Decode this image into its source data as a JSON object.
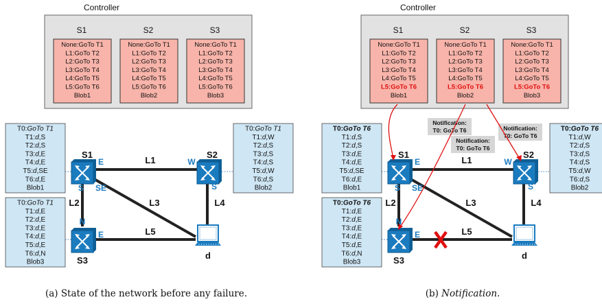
{
  "colors": {
    "controller_bg": "#e2e2e2",
    "switch_entry_bg": "#f8b4aa",
    "host_table_bg": "#cfe6f4",
    "switch_blue": "#1b7bbf",
    "notification_bg": "#d6d6d6",
    "highlight_red": "#e01010",
    "link_color": "#222222"
  },
  "panels": [
    {
      "id": "a",
      "controller_title": "Controller",
      "switches": [
        {
          "name": "S1",
          "entries": [
            "None:GoTo T1",
            "L1:GoTo T2",
            "L2:GoTo T3",
            "L3:GoTo T4",
            "L4:GoTo T5",
            "L5:GoTo T6",
            "Blob1"
          ],
          "highlight": []
        },
        {
          "name": "S2",
          "entries": [
            "None:GoTo T1",
            "L1:GoTo T2",
            "L2:GoTo T3",
            "L3:GoTo T4",
            "L4:GoTo T5",
            "L5:GoTo T6",
            "Blob2"
          ],
          "highlight": []
        },
        {
          "name": "S3",
          "entries": [
            "None:GoTo T1",
            "L1:GoTo T2",
            "L2:GoTo T3",
            "L3:GoTo T4",
            "L4:GoTo T5",
            "L5:GoTo T6",
            "Blob3"
          ],
          "highlight": []
        }
      ],
      "nodes": {
        "S1": "S1",
        "S2": "S2",
        "S3": "S3",
        "d": "d"
      },
      "links": {
        "L1": "L1",
        "L2": "L2",
        "L3": "L3",
        "L4": "L4",
        "L5": "L5"
      },
      "ports": {
        "s1_e": "E",
        "s1_s": "S",
        "s1_se": "SE",
        "s2_w": "W",
        "s2_s": "S",
        "s3_n": "N",
        "s3_e": "E"
      },
      "tables": {
        "s1": {
          "rows": [
            "T0:GoTo T1",
            "T1:d,S",
            "T2:d,S",
            "T3:d,E",
            "T4:d,E",
            "T5:d,SE",
            "T6:d,E",
            "Blob1"
          ],
          "highlight_first": false
        },
        "s2": {
          "rows": [
            "T0:GoTo T1",
            "T1:d,W",
            "T2:d,S",
            "T3:d,S",
            "T4:d,S",
            "T5:d,W",
            "T6:d,S",
            "Blob2"
          ],
          "highlight_first": false
        },
        "s3": {
          "rows": [
            "T0:GoTo T1",
            "T1:d,E",
            "T2:d,E",
            "T3:d,E",
            "T4:d,E",
            "T5:d,E",
            "T6:d,N",
            "Blob3"
          ],
          "highlight_first": false
        }
      },
      "notifications": [],
      "failed_link": "",
      "caption_prefix": "(a) ",
      "caption_text": "State of the network before any failure.",
      "caption_italic": false
    },
    {
      "id": "b",
      "controller_title": "Controller",
      "switches": [
        {
          "name": "S1",
          "entries": [
            "None:GoTo T1",
            "L1:GoTo T2",
            "L2:GoTo T3",
            "L3:GoTo T4",
            "L4:GoTo T5",
            "L5:GoTo T6",
            "Blob1"
          ],
          "highlight": [
            5
          ]
        },
        {
          "name": "S2",
          "entries": [
            "None:GoTo T1",
            "L1:GoTo T2",
            "L2:GoTo T3",
            "L3:GoTo T4",
            "L4:GoTo T5",
            "L5:GoTo T6",
            "Blob2"
          ],
          "highlight": [
            5
          ]
        },
        {
          "name": "S3",
          "entries": [
            "None:GoTo T1",
            "L1:GoTo T2",
            "L2:GoTo T3",
            "L3:GoTo T4",
            "L4:GoTo T5",
            "L5:GoTo T6",
            "Blob3"
          ],
          "highlight": [
            5
          ]
        }
      ],
      "nodes": {
        "S1": "S1",
        "S2": "S2",
        "S3": "S3",
        "d": "d"
      },
      "links": {
        "L1": "L1",
        "L2": "L2",
        "L3": "L3",
        "L4": "L4",
        "L5": "L5"
      },
      "ports": {
        "s1_e": "E",
        "s1_s": "S",
        "s1_se": "SE",
        "s2_w": "W",
        "s2_s": "S",
        "s3_n": "N",
        "s3_e": "E"
      },
      "tables": {
        "s1": {
          "rows": [
            "T0:GoTo T6",
            "T1:d,S",
            "T2:d,S",
            "T3:d,E",
            "T4:d,E",
            "T5:d,SE",
            "T6:d,E",
            "Blob1"
          ],
          "highlight_first": true
        },
        "s2": {
          "rows": [
            "T0:GoTo T6",
            "T1:d,W",
            "T2:d,S",
            "T3:d,S",
            "T4:d,S",
            "T5:d,W",
            "T6:d,S",
            "Blob2"
          ],
          "highlight_first": true
        },
        "s3": {
          "rows": [
            "T0:GoTo T6",
            "T1:d,E",
            "T2:d,E",
            "T3:d,E",
            "T4:d,E",
            "T5:d,E",
            "T6:d,N",
            "Blob3"
          ],
          "highlight_first": true
        }
      },
      "notifications": [
        {
          "line1": "Notification:",
          "line2": "T0: GoTo T6"
        },
        {
          "line1": "Notification:",
          "line2": "T0: GoTo T6"
        },
        {
          "line1": "Notification:",
          "line2": "T0: GoTo T6"
        }
      ],
      "failed_link": "L5",
      "caption_prefix": "(b) ",
      "caption_text": "Notification.",
      "caption_italic": true
    }
  ]
}
